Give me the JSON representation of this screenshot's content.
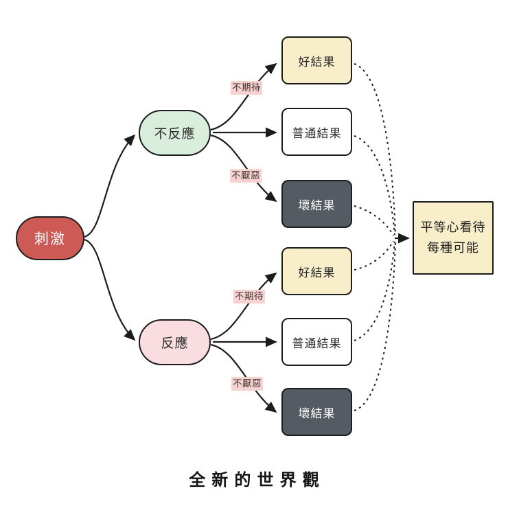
{
  "colors": {
    "stimulus_red": "#cd5a54",
    "no_reaction_green": "#d9eedc",
    "reaction_pink": "#fadde0",
    "good_result_yellow": "#f9eeca",
    "normal_result_white": "#ffffff",
    "bad_result_dark": "#555b63",
    "edge_label_pink_bg": "#f6d3d1",
    "line_black": "#1c1c1c"
  },
  "diagram": {
    "title": "全新的世界觀",
    "root": {
      "label": "刺激"
    },
    "branches": [
      {
        "label": "不反應"
      },
      {
        "label": "反應"
      }
    ],
    "edge_labels": {
      "no_expect": "不期待",
      "no_aversion": "不厭惡"
    },
    "outcomes": [
      {
        "label": "好結果"
      },
      {
        "label": "普通結果"
      },
      {
        "label": "壞結果"
      },
      {
        "label": "好結果"
      },
      {
        "label": "普通結果"
      },
      {
        "label": "壞結果"
      }
    ],
    "conclusion": {
      "line1": "平等心看待",
      "line2": "每種可能"
    }
  }
}
